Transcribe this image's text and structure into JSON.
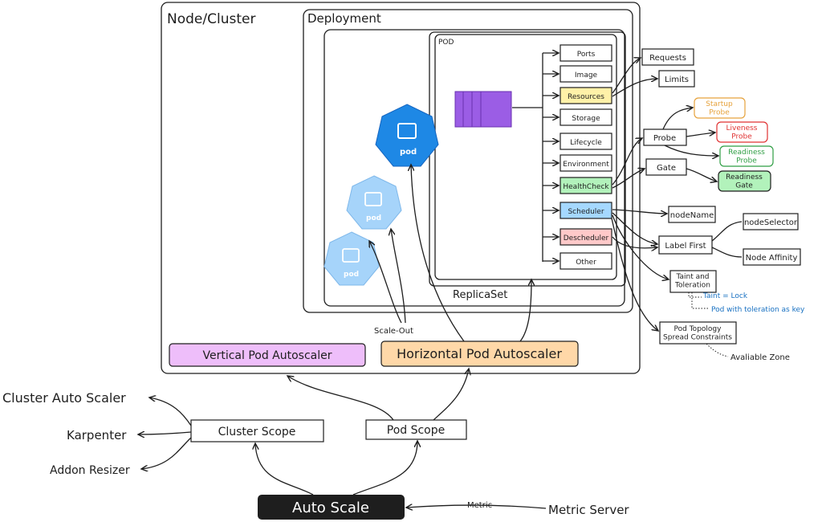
{
  "containers": {
    "node_cluster": "Node/Cluster",
    "deployment": "Deployment",
    "replicaset": "ReplicaSet",
    "pod": "POD"
  },
  "pod_fields": [
    "Ports",
    "Image",
    "Resources",
    "Storage",
    "Lifecycle",
    "Environment",
    "HealthCheck",
    "Scheduler",
    "Descheduler",
    "Other"
  ],
  "resources": {
    "requests": "Requests",
    "limits": "Limits"
  },
  "health": {
    "probe": "Probe",
    "gate": "Gate",
    "startup_probe": "Startup\nProbe",
    "liveness_probe": "Liveness\nProbe",
    "readiness_probe": "Readiness\nProbe",
    "readiness_gate": "Readiness\nGate"
  },
  "scheduling": {
    "node_name": "nodeName",
    "label_first": "Label First",
    "node_selector": "nodeSelector",
    "node_affinity": "Node Affinity",
    "taint_toleration": "Taint and\nToleration",
    "taint_lock": "Taint = Lock",
    "pod_with_toleration": "Pod with toleration as key",
    "topology_spread": "Pod Topology\nSpread Constraints",
    "available_zone": "Avaliable Zone"
  },
  "pods": {
    "label": "pod"
  },
  "autoscalers": {
    "vpa": "Vertical Pod Autoscaler",
    "hpa": "Horizontal Pod Autoscaler",
    "scale_out": "Scale-Out"
  },
  "scopes": {
    "cluster_scope": "Cluster Scope",
    "pod_scope": "Pod Scope",
    "cluster_auto_scaler": "Cluster Auto Scaler",
    "karpenter": "Karpenter",
    "addon_resizer": "Addon Resizer"
  },
  "auto_scale": {
    "label": "Auto Scale",
    "metric": "Metric",
    "metric_server": "Metric Server"
  },
  "colors": {
    "container_purple": "#9b5de5",
    "pod_blue": "#1e88e5",
    "pod_light_blue": "#a6d4fa",
    "resources_fill": "#fff1a8",
    "healthcheck_fill": "#b2f2bb",
    "scheduler_fill": "#a5d8ff",
    "descheduler_fill": "#ffc9c9",
    "vpa_fill": "#eebefa",
    "hpa_fill": "#ffd8a8",
    "startup_color": "#e6a23c",
    "liveness_color": "#e03131",
    "readiness_color": "#2f9e44",
    "note_blue": "#1971c2",
    "auto_scale_fill": "#1e1e1e"
  }
}
